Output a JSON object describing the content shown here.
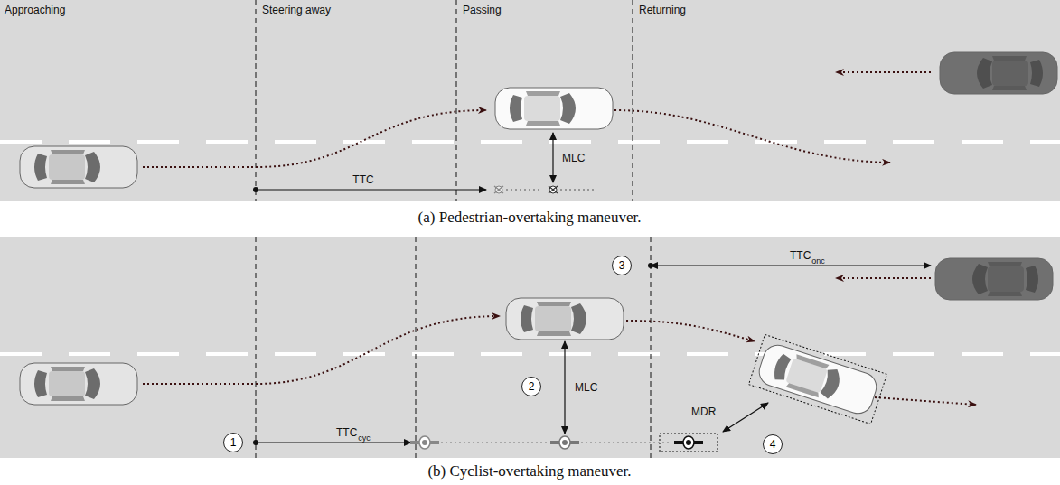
{
  "diagram": {
    "nodes": [
      {
        "text": [
          "1"
        ]
      },
      {
        "text": [
          "2"
        ]
      },
      {
        "text": [
          "3"
        ]
      },
      {
        "text": [
          "4"
        ]
      }
    ],
    "labels": [
      "Approaching",
      "Steering away",
      "Passing",
      "Returning",
      "TTC",
      "MLC",
      "(a) Pedestrian-overtaking maneuver.",
      "TTC",
      "cyc",
      "MLC",
      "TTC",
      "onc",
      "MDR",
      "(b) Cyclist-overtaking maneuver."
    ]
  }
}
